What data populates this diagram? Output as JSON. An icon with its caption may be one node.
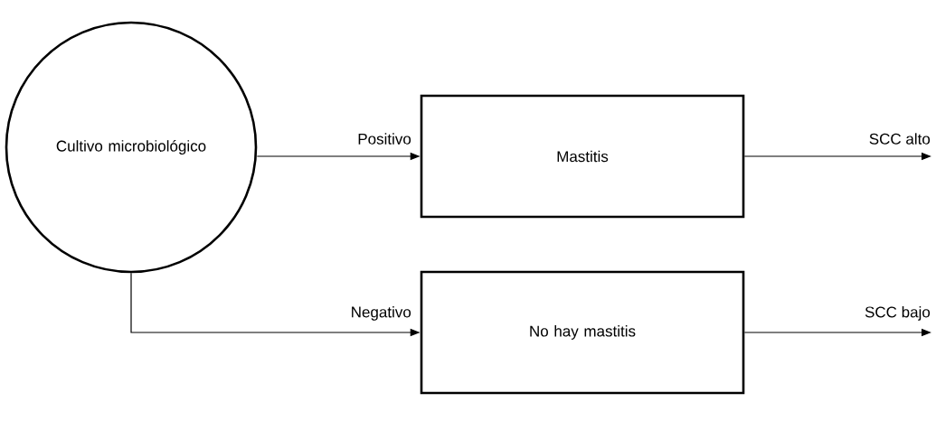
{
  "diagram": {
    "nodes": [
      {
        "text": [
          "Cultivo microbiológico"
        ]
      },
      {
        "text": [
          "Mastitis"
        ]
      },
      {
        "text": [
          "No hay mastitis"
        ]
      }
    ],
    "edges": [
      {
        "from": 0,
        "to": 1,
        "arrow": "to",
        "label": "Positivo"
      },
      {
        "from": 0,
        "to": 2,
        "arrow": "to",
        "label": "Negativo"
      },
      {
        "from": 1,
        "to": null,
        "arrow": "to",
        "label": "SCC alto"
      },
      {
        "from": 2,
        "to": null,
        "arrow": "to",
        "label": "SCC bajo"
      }
    ]
  }
}
